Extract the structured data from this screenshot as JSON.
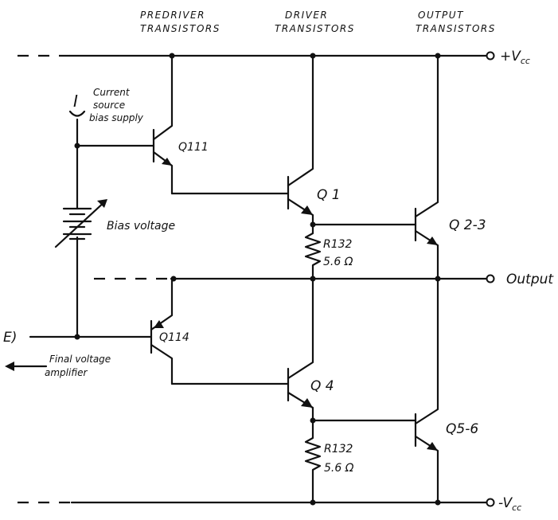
{
  "headers": {
    "predriver": [
      "PREDRIVER",
      "TRANSISTORS"
    ],
    "driver": [
      "DRIVER",
      "TRANSISTORS"
    ],
    "output": [
      "OUTPUT",
      "TRANSISTORS"
    ]
  },
  "terminals": {
    "vcc_pos": "+V",
    "vcc_pos_sub": "cc",
    "output": "Output",
    "vcc_neg": "-V",
    "vcc_neg_sub": "cc",
    "input": "E)"
  },
  "transistors": {
    "q111": "Q111",
    "q114": "Q114",
    "q1": "Q 1",
    "q4": "Q 4",
    "q23": "Q 2-3",
    "q56": "Q5-6"
  },
  "resistors": {
    "r132_top": {
      "name": "R132",
      "value": "5.6",
      "unit": "Ω"
    },
    "r132_bottom": {
      "name": "R132",
      "value": "5.6",
      "unit": "Ω"
    }
  },
  "annotations": {
    "current_source_symbol": "I",
    "current_source": [
      "Current",
      "source",
      "bias supply"
    ],
    "bias_voltage": "Bias voltage",
    "final_voltage": [
      "Final voltage",
      "amplifier"
    ]
  }
}
